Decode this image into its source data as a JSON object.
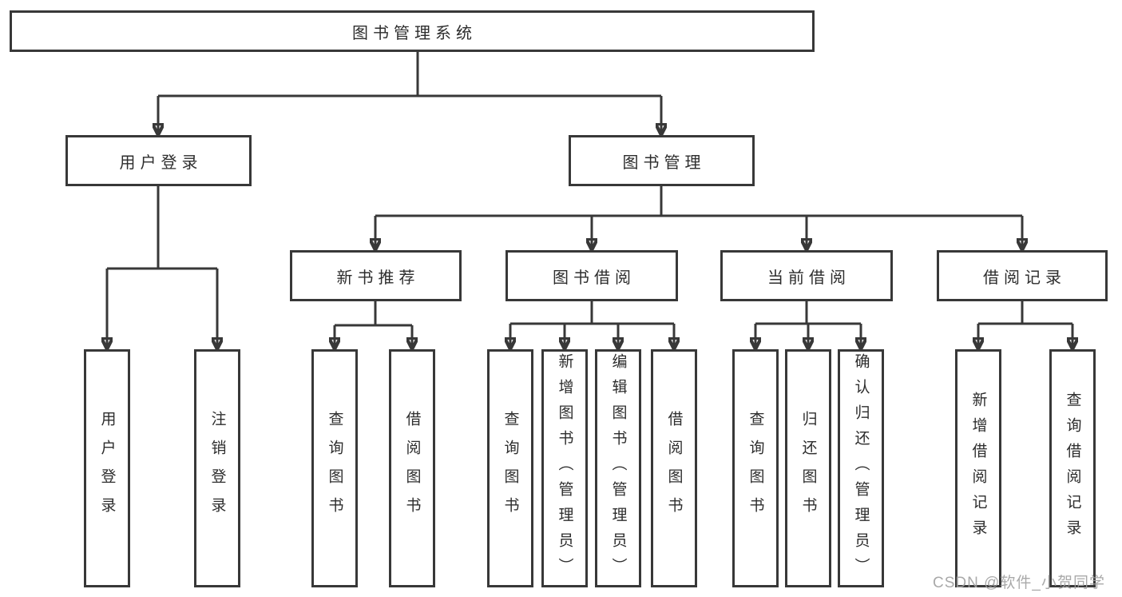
{
  "colors": {
    "line": "#383838",
    "box_fill": "#ffffff",
    "text": "#2d2d2d",
    "watermark": "#a0a0a0"
  },
  "watermark": {
    "text": "CSDN @软件_小贺同学"
  },
  "tree": {
    "root": {
      "label": "图书管理系统",
      "children": [
        {
          "label": "用户登录",
          "children": [
            {
              "label": "用户登录"
            },
            {
              "label": "注销登录"
            }
          ]
        },
        {
          "label": "图书管理",
          "children": [
            {
              "label": "新书推荐",
              "children": [
                {
                  "label": "查询图书"
                },
                {
                  "label": "借阅图书"
                }
              ]
            },
            {
              "label": "图书借阅",
              "children": [
                {
                  "label": "查询图书"
                },
                {
                  "label": "新增图书（管理员）"
                },
                {
                  "label": "编辑图书（管理员）"
                },
                {
                  "label": "借阅图书"
                }
              ]
            },
            {
              "label": "当前借阅",
              "children": [
                {
                  "label": "查询图书"
                },
                {
                  "label": "归还图书"
                },
                {
                  "label": "确认归还（管理员）"
                }
              ]
            },
            {
              "label": "借阅记录",
              "children": [
                {
                  "label": "新增借阅记录"
                },
                {
                  "label": "查询借阅记录"
                }
              ]
            }
          ]
        }
      ]
    }
  }
}
